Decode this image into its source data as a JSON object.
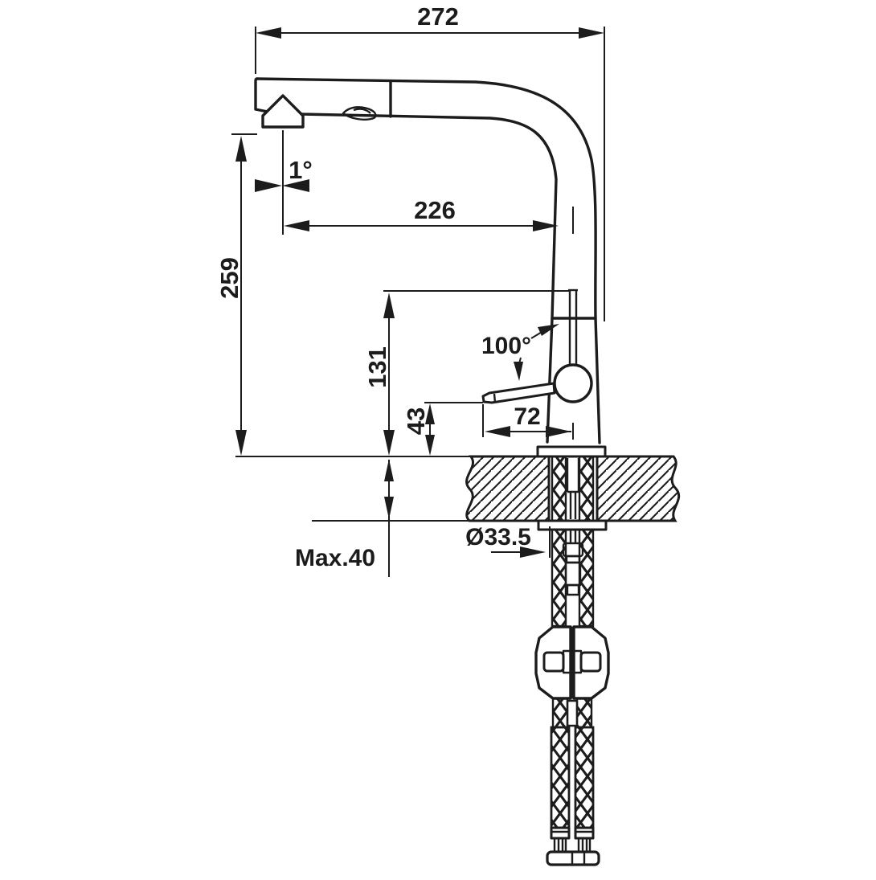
{
  "drawing": {
    "background": "#ffffff",
    "line_color": "#1c1c1c",
    "labels": {
      "overall_reach": "272",
      "spout_reach": "226",
      "spout_height": "259",
      "handle_height": "131",
      "handle_clearance": "43",
      "handle_reach": "72",
      "spout_angle": "1°",
      "handle_angle": "100°",
      "mounting_hole_diameter": "Ø33.5",
      "max_countertop_thickness": "Max.40"
    }
  }
}
